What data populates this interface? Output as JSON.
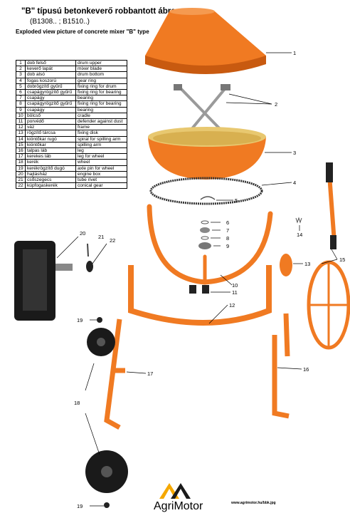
{
  "header": {
    "title": "\"B\" típusú  betonkeverő robbantott ábra",
    "models": "(B1308.. ; B1510..)",
    "subtitle": "Exploded view picture of concrete mixer \"B\" type"
  },
  "parts": [
    {
      "num": "1",
      "hu": "dob felső",
      "en": "drum upper"
    },
    {
      "num": "2",
      "hu": "keverő lapát",
      "en": "mixer blade"
    },
    {
      "num": "3",
      "hu": "dob alsó",
      "en": "drum bottom"
    },
    {
      "num": "4",
      "hu": "fogas koszorú",
      "en": "gear ring"
    },
    {
      "num": "5",
      "hu": "dobrögzítő gyűrű",
      "en": "fixing ring for drum"
    },
    {
      "num": "6",
      "hu": "csapágyrögzítő gyűrű",
      "en": "fixing ring for bearing"
    },
    {
      "num": "7",
      "hu": "csapágy",
      "en": "bearing"
    },
    {
      "num": "8",
      "hu": "csapágyrögzítő gyűrű",
      "en": "fixing ring for bearing"
    },
    {
      "num": "9",
      "hu": "csapágy",
      "en": "bearing"
    },
    {
      "num": "10",
      "hu": "bölcső",
      "en": "cradle"
    },
    {
      "num": "11",
      "hu": "porvédő",
      "en": "defender against dust"
    },
    {
      "num": "12",
      "hu": "váz",
      "en": "frame"
    },
    {
      "num": "13",
      "hu": "rögzítő tárcsa",
      "en": "fixing disk"
    },
    {
      "num": "14",
      "hu": "kiöntőkar rugó",
      "en": "spiral for spilling arm"
    },
    {
      "num": "15",
      "hu": "kiöntőkar",
      "en": "spilling arm"
    },
    {
      "num": "16",
      "hu": "talpas láb",
      "en": "leg"
    },
    {
      "num": "17",
      "hu": "kerekes láb",
      "en": "leg for wheel"
    },
    {
      "num": "18",
      "hu": "kerék",
      "en": "wheel"
    },
    {
      "num": "19",
      "hu": "kerékrögzítő dugó",
      "en": "axle pin for wheel"
    },
    {
      "num": "20",
      "hu": "hajtásház",
      "en": "engine box"
    },
    {
      "num": "21",
      "hu": "csőszegecs",
      "en": "tube rivet"
    },
    {
      "num": "22",
      "hu": "kúpfogaskerék",
      "en": "conical gear"
    }
  ],
  "callouts": [
    "1",
    "2",
    "3",
    "4",
    "5",
    "6",
    "7",
    "8",
    "9",
    "10",
    "11",
    "12",
    "13",
    "14",
    "15",
    "16",
    "17",
    "18",
    "19",
    "19",
    "20",
    "21",
    "22"
  ],
  "brand": {
    "name": "AgriMotor"
  },
  "footer": {
    "website": "www.agrimotor.hu/bbk.jpg"
  },
  "colors": {
    "orange": "#f07a22",
    "dark_orange": "#c85a10",
    "black": "#1a1a1a"
  }
}
